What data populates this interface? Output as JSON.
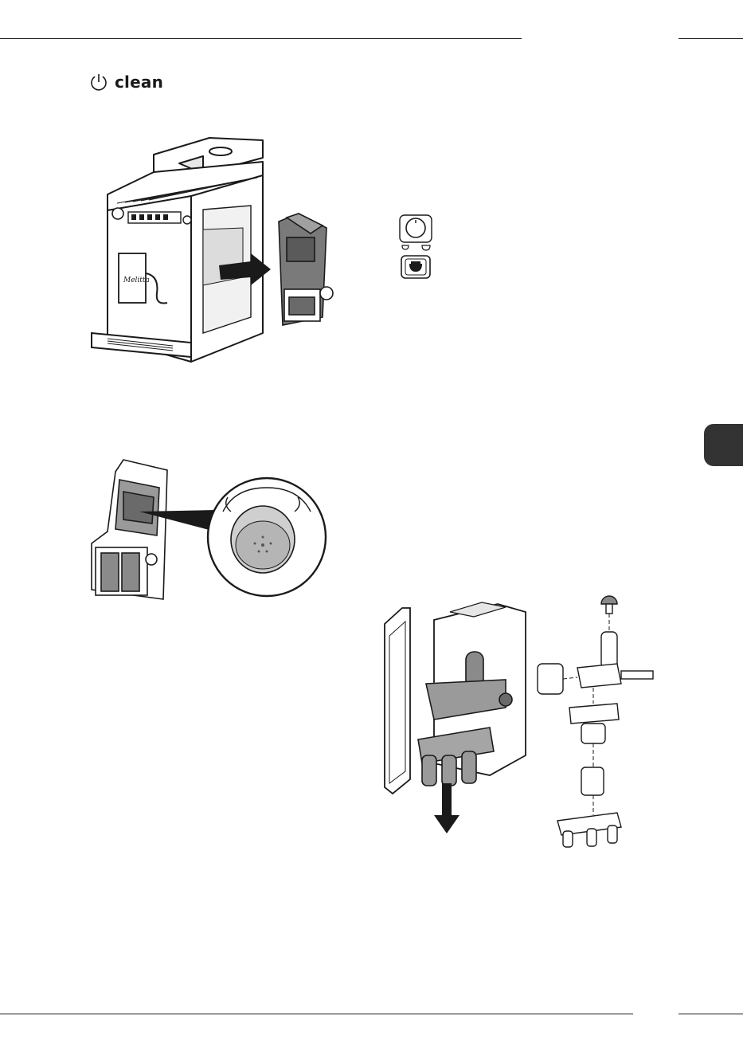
{
  "heading": {
    "icon": "power-icon",
    "text": "clean"
  },
  "figure_1": {
    "brand_text": "Melitta",
    "icons": [
      "coffee-machine",
      "arrow-right-icon",
      "brewing-unit"
    ]
  },
  "side_controls": {
    "icons": [
      "rotary-dial-icon",
      "small-cup-icon",
      "large-cup-icon",
      "coffee-cup-button-icon"
    ]
  },
  "figure_2": {
    "icons": [
      "brewing-unit",
      "sieve-zoom-detail"
    ]
  },
  "figure_3": {
    "icons": [
      "dispenser-assembly",
      "arrow-down-icon",
      "exploded-parts"
    ]
  },
  "colors": {
    "line": "#1a1a1a",
    "part_dark": "#555555",
    "part_mid": "#8a8a8a",
    "part_light": "#c8c8c8",
    "tab": "#333333"
  }
}
